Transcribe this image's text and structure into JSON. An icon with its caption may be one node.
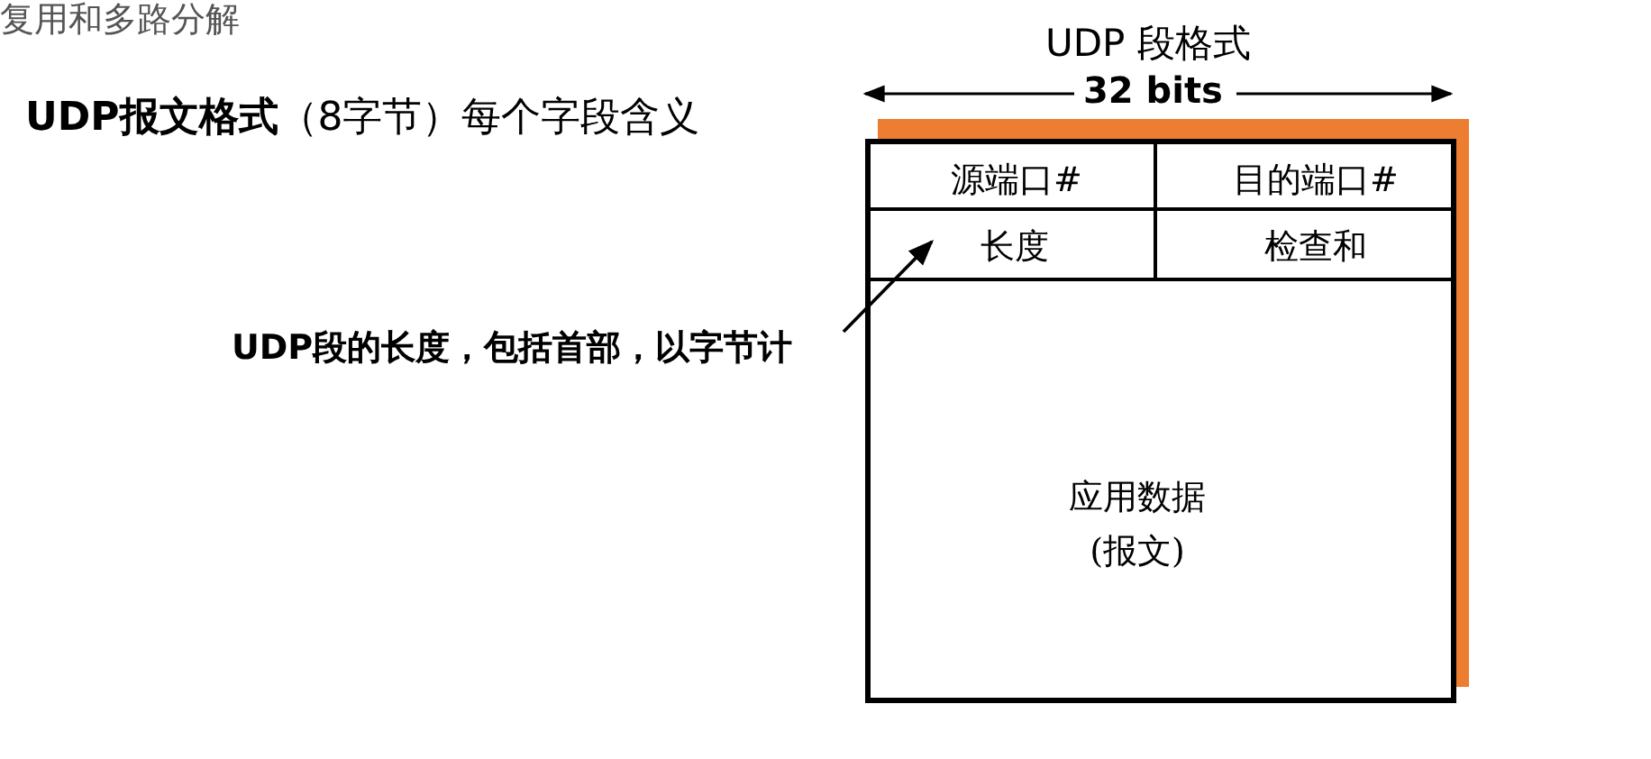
{
  "diagram": {
    "title": "**UDP报文格式**（8字节）每个字段含义",
    "nodes": [
      {
        "text": [],
        "shape": "box"
      },
      {
        "text": [
          "源端口#"
        ],
        "in": 0
      },
      {
        "text": [
          "目的端口#"
        ],
        "in": 0
      },
      {
        "text": [
          "长度"
        ],
        "in": 0
      },
      {
        "text": [
          "检查和"
        ],
        "in": 0
      },
      {
        "text": [
          "应用数据(报文)"
        ],
        "in": 0
      },
      {
        "text": [
          "UDP段的长度，包括首部，以字节计"
        ]
      }
    ],
    "edges": [
      {
        "from": 6,
        "to": 3,
        "arrow": "to"
      }
    ],
    "labels": [
      "复用和多路分解",
      "UDP 段格式",
      "32 bits"
    ]
  }
}
